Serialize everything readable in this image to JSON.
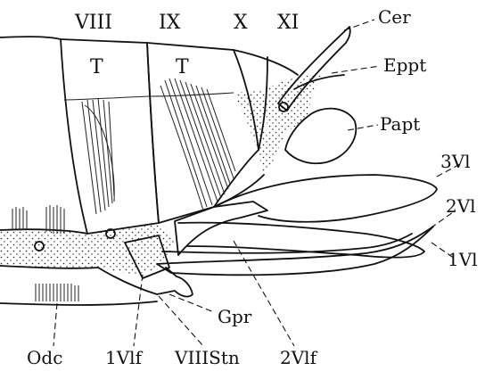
{
  "segments": {
    "viii": "VIII",
    "ix": "IX",
    "x": "X",
    "xi": "XI"
  },
  "tergites": {
    "t8": "T",
    "t9": "T"
  },
  "labels": {
    "cer": "Cer",
    "eppt": "Eppt",
    "papt": "Papt",
    "vl3": "3Vl",
    "vl2": "2Vl",
    "vl1": "1Vl",
    "gpr": "Gpr",
    "odc": "Odc",
    "vlf1": "1Vlf",
    "viiistn": "VIIIStn",
    "vlf2": "2Vlf"
  }
}
